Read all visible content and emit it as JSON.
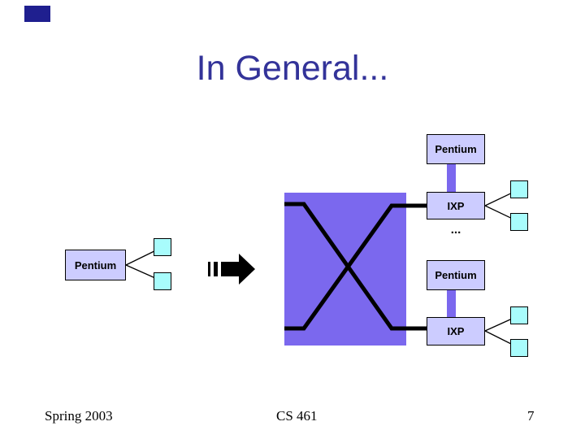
{
  "slide": {
    "title": "In General...",
    "diagram": {
      "pentium_left": "Pentium",
      "pentium_top_right": "Pentium",
      "ixp_top": "IXP",
      "ellipsis": "...",
      "pentium_bottom_right": "Pentium",
      "ixp_bottom": "IXP"
    },
    "footer": {
      "date": "Spring 2003",
      "course": "CS 461",
      "page_number": "7"
    },
    "colors": {
      "title_color": "#333399",
      "corner_accent": "#1f1f8f",
      "box_fill": "#ccccff",
      "node_fill": "#a8fcfc",
      "switch_fill": "#7b68ee",
      "line_color": "#000000"
    }
  }
}
